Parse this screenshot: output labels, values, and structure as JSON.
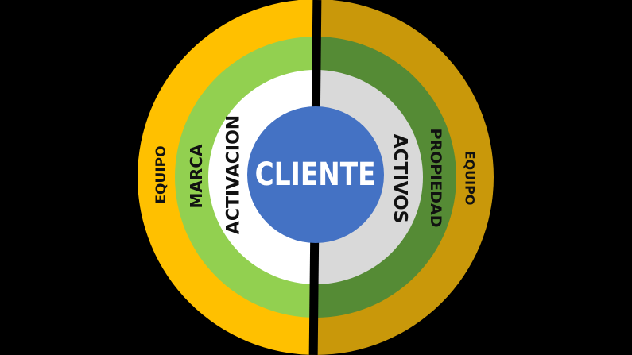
{
  "diagram": {
    "center": {
      "label": "CLIENTE",
      "color": "#4472C4",
      "text_color": "#FFFFFF"
    },
    "left": {
      "outer": {
        "label": "EQUIPO",
        "color": "#FFC000"
      },
      "middle": {
        "label": "MARCA",
        "color": "#92D050"
      },
      "inner": {
        "label": "ACTIVACION",
        "color": "#FFFFFF"
      }
    },
    "right": {
      "outer": {
        "label": "EQUIPO",
        "color": "#C9980A"
      },
      "middle": {
        "label": "PROPIEDAD",
        "color": "#558B35"
      },
      "inner": {
        "label": "ACTIVOS",
        "color": "#D9D9D9"
      }
    },
    "background": "#000000",
    "divider_color": "#000000"
  }
}
